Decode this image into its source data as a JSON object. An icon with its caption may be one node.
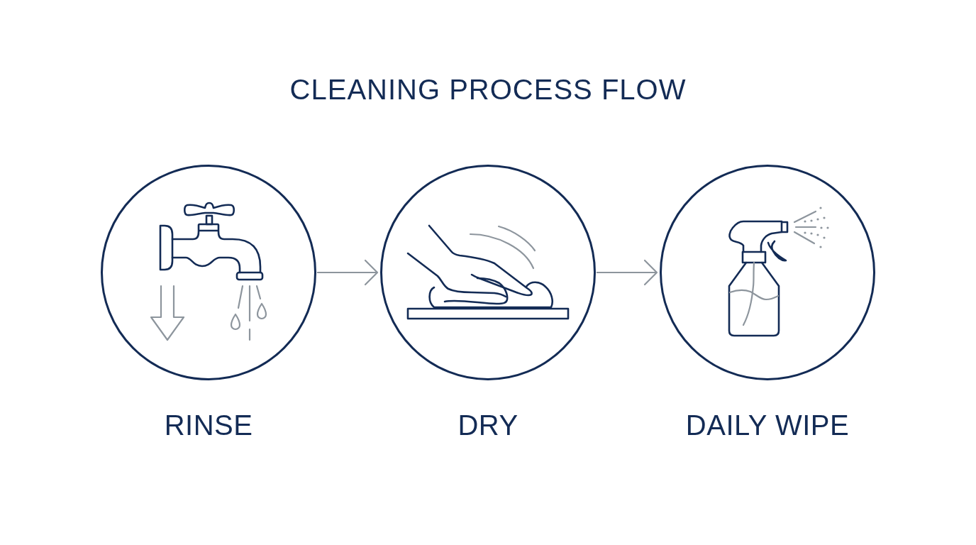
{
  "diagram": {
    "title": "CLEANING PROCESS FLOW",
    "nodes": [
      {
        "text": [
          "RINSE"
        ]
      },
      {
        "text": [
          "DRY"
        ]
      },
      {
        "text": [
          "DAILY WIPE"
        ]
      }
    ],
    "edges": [
      {
        "from": 0,
        "to": 1,
        "arrow": "to"
      },
      {
        "from": 1,
        "to": 2,
        "arrow": "to"
      }
    ]
  }
}
